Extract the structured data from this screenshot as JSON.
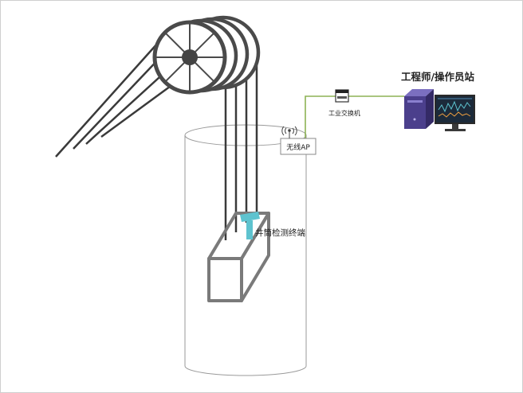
{
  "diagram": {
    "labels": {
      "station": "工程师/操作员站",
      "switch": "工业交换机",
      "ap": "无线AP",
      "terminal": "井筒检测终端"
    },
    "icons": {
      "sheave": "sheave-wheel-icon",
      "ap": "wifi-icon",
      "switch": "network-switch-icon",
      "tower": "computer-tower-icon",
      "monitor": "monitor-icon"
    },
    "colors": {
      "link": "#8db255",
      "terminal": "#5ec3cf",
      "cage": "#7a7a7a",
      "shaft": "#9a9a9a",
      "wheel": "#4a4a4a",
      "rope": "#3a3a3a",
      "tower_front": "#4b3f8c",
      "tower_top": "#7b6fc0",
      "tower_side": "#342a66",
      "screen": "#1c2a3a"
    }
  }
}
